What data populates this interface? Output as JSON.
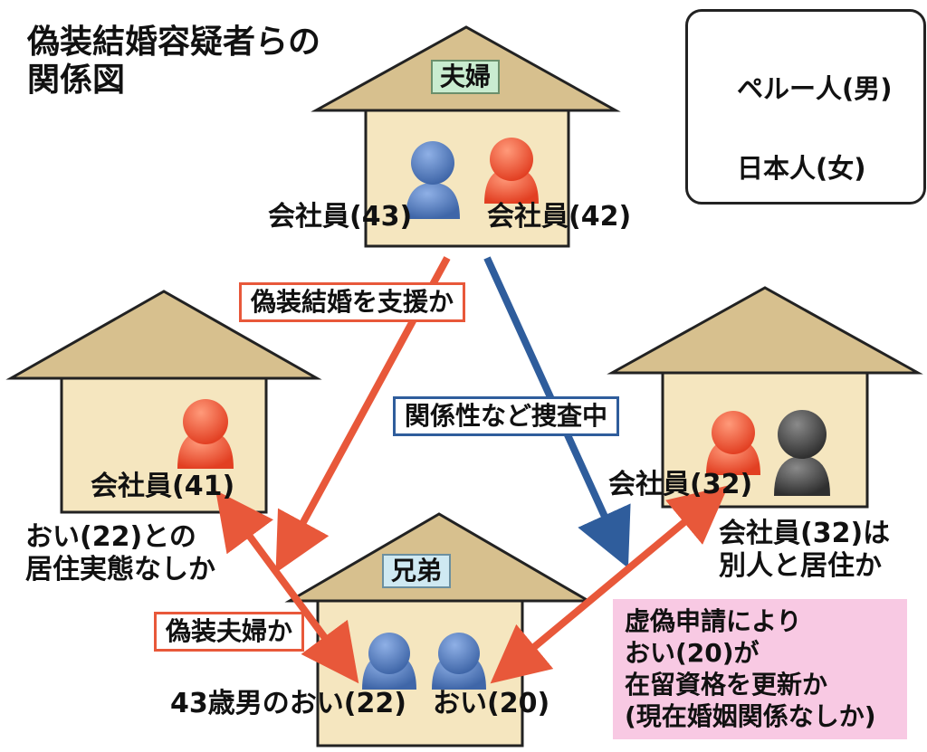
{
  "title_line1": "偽装結婚容疑者らの",
  "title_line2": "関係図",
  "legend": {
    "male_label": "ペルー人(男)",
    "female_label": "日本人(女)"
  },
  "houses": {
    "top": {
      "tag": "夫婦",
      "person_left": "会社員(43)",
      "person_right": "会社員(42)"
    },
    "left": {
      "person": "会社員(41)",
      "note_line1": "おい(22)との",
      "note_line2": "居住実態なしか"
    },
    "right": {
      "person": "会社員(32)",
      "note_line1": "会社員(32)は",
      "note_line2": "別人と居住か"
    },
    "bottom": {
      "tag": "兄弟",
      "person_left": "43歳男のおい(22)",
      "person_right": "おい(20)"
    }
  },
  "arrow_labels": {
    "support": "偽装結婚を支援か",
    "investigating": "関係性など捜査中",
    "fake_couple": "偽装夫婦か"
  },
  "note_box": {
    "line1": "虚偽申請により",
    "line2": "おい(20)が",
    "line3": "在留資格を更新か",
    "line4": "(現在婚姻関係なしか)"
  },
  "colors": {
    "house_wall": "#f5e6bf",
    "house_roof": "#d7c08e",
    "male_blue": "#5a7fbf",
    "female_red": "#ef5a3a",
    "unknown_gray": "#444444",
    "arrow_red": "#e8583a",
    "arrow_blue": "#2f5d9c",
    "note_pink": "#f8c9e3"
  }
}
